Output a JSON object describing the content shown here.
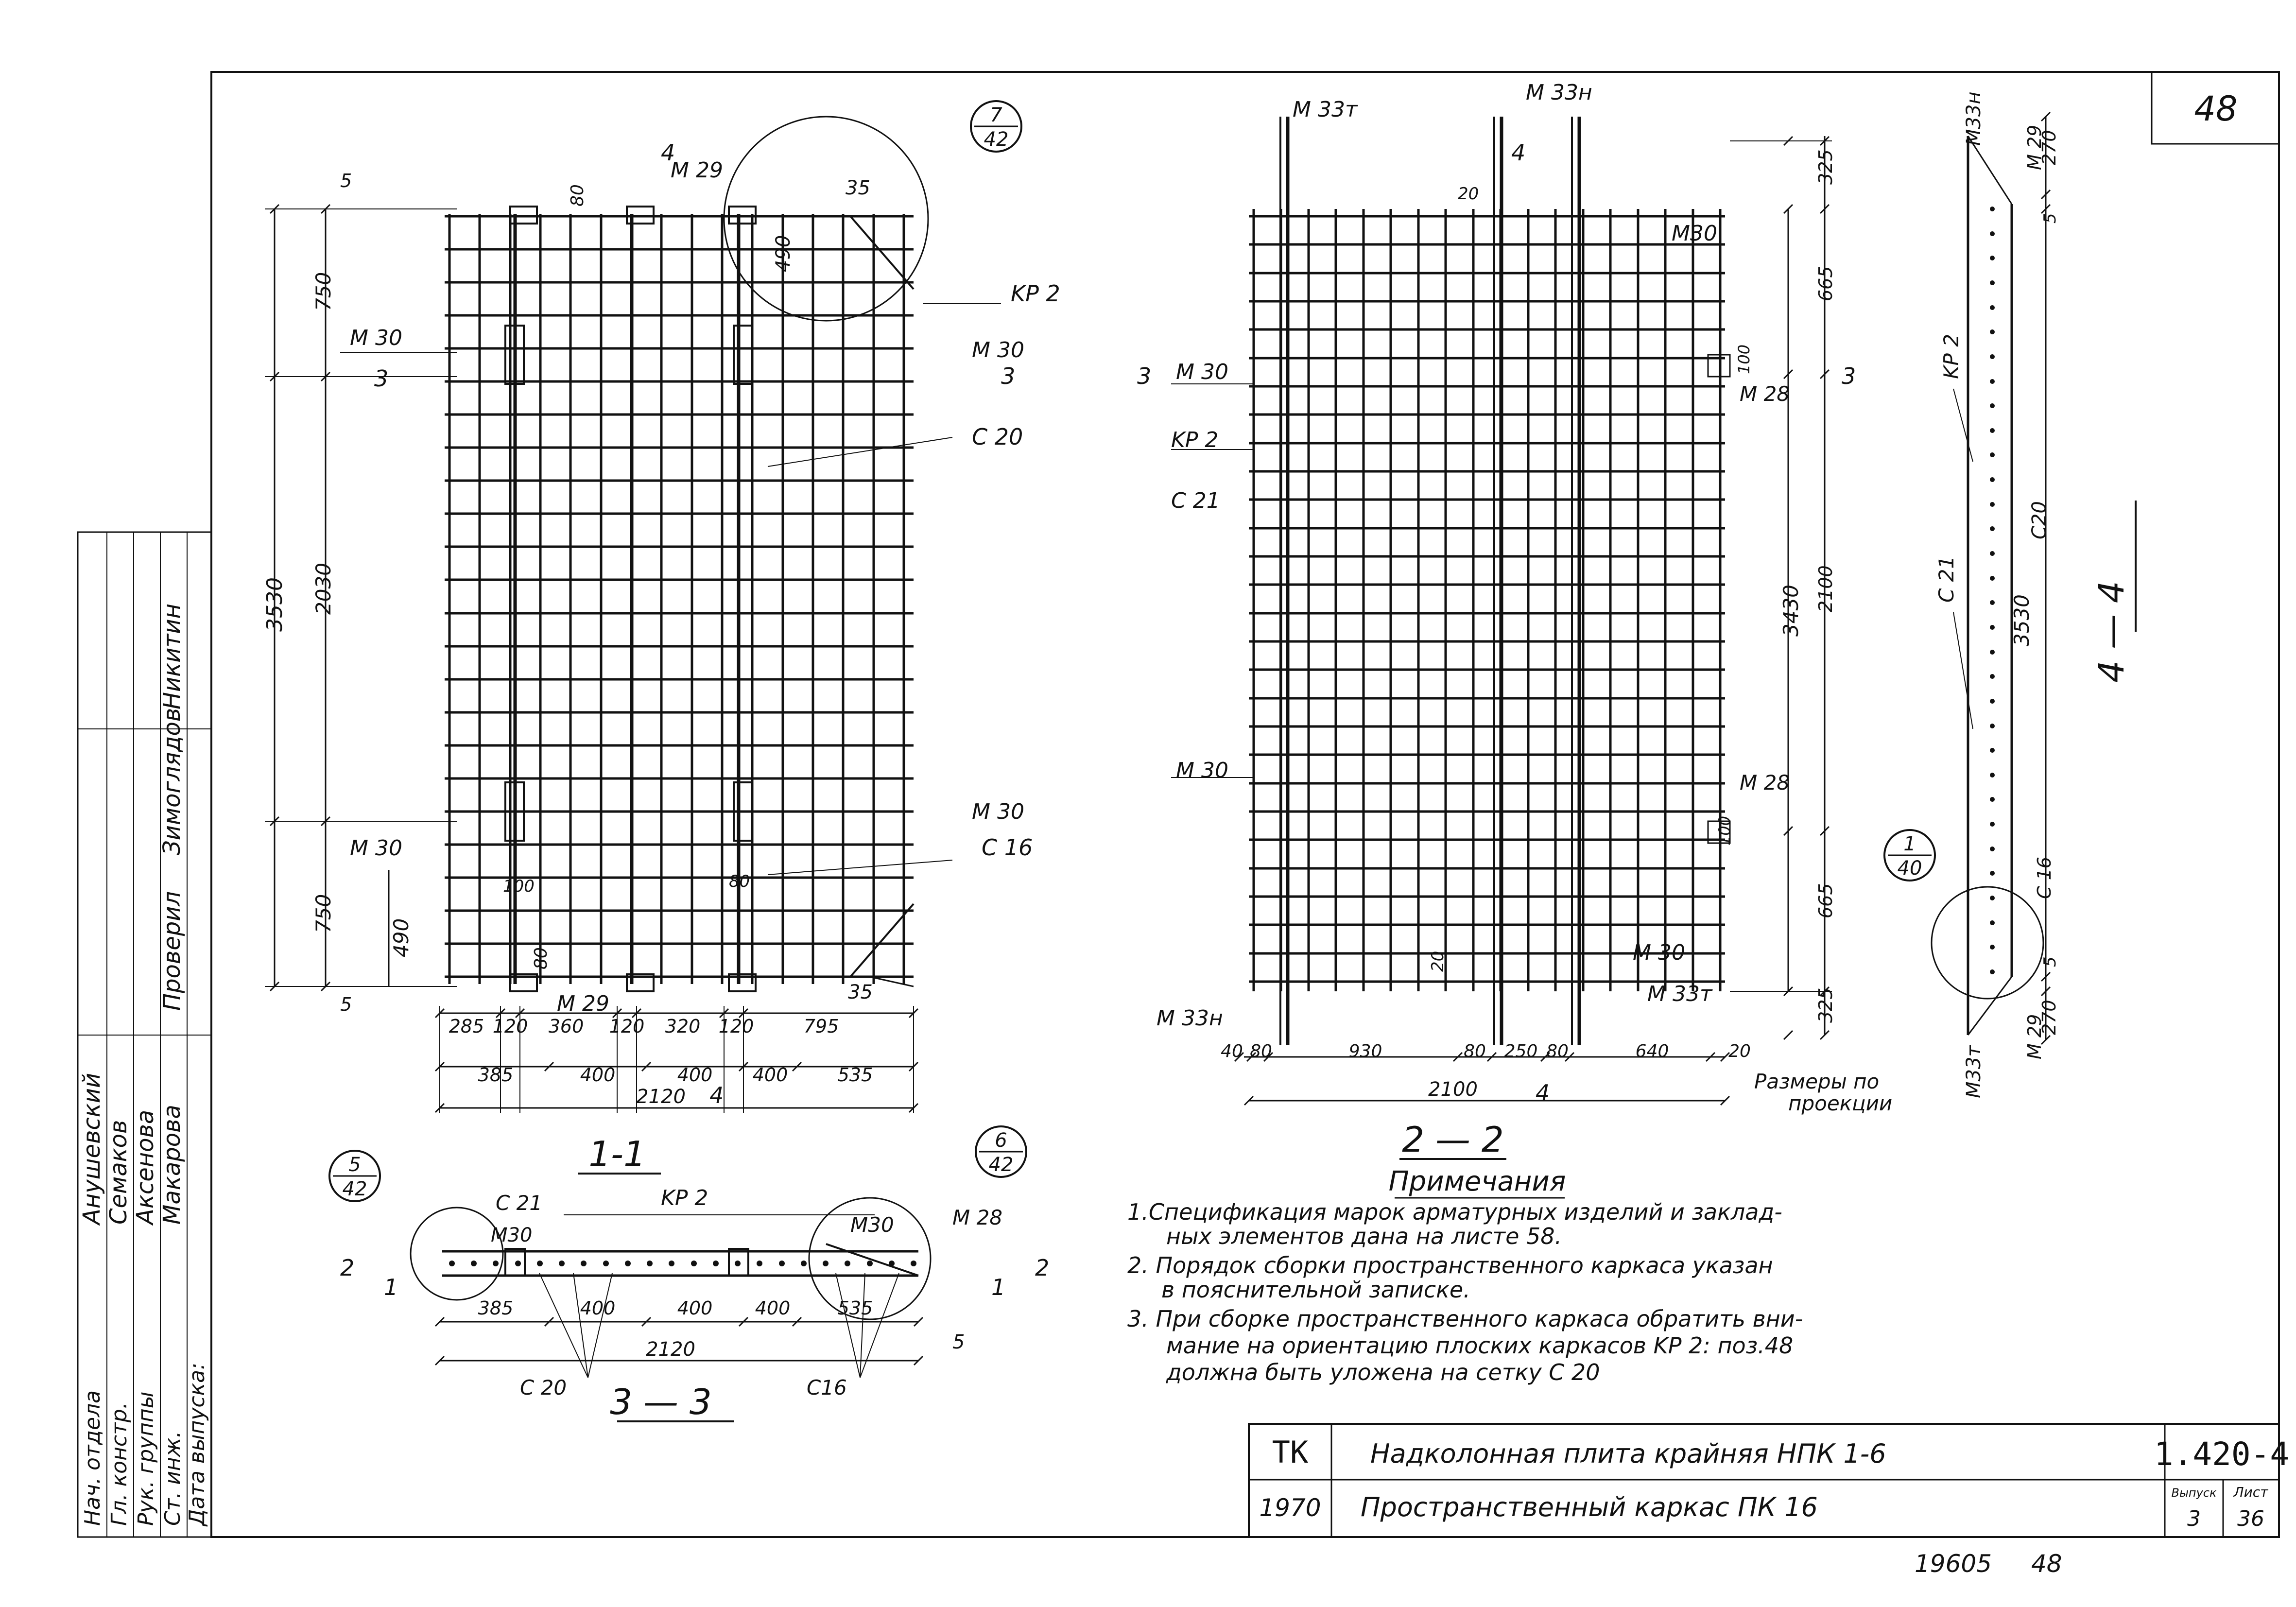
{
  "sheet": {
    "sheet_number": "48",
    "bottom_numbers": [
      "19605",
      "48"
    ]
  },
  "views": {
    "v11": {
      "title": "1-1",
      "marks": {
        "m29_top": "M 29",
        "m29_bottom": "M 29",
        "m30_left_top": "M 30",
        "m30_right": "M 30",
        "m30_left_bottom": "M 30",
        "m30_right_bottom": "M 30",
        "kp2": "KP 2",
        "c20": "C 20",
        "c16": "C 16",
        "sec3_left": "3",
        "sec3_right": "3",
        "sec4_top": "4",
        "sec4_bottom": "4",
        "callout_top": "7",
        "callout_bottom": "42"
      },
      "dims": {
        "d5_top": "5",
        "d5_bottom": "5",
        "d80_top": "80",
        "d35_top": "35",
        "d490_top": "490",
        "d750_top": "750",
        "d2030": "2030",
        "d750_bottom": "750",
        "d3530": "3530",
        "d490_bottom": "490",
        "d80_bottom": "80",
        "d100": "100",
        "d80b": "80",
        "d35_bottom": "35",
        "row1": [
          "285",
          "120",
          "360",
          "120",
          "320",
          "120",
          "795"
        ],
        "row2": [
          "385",
          "400",
          "400",
          "400",
          "535"
        ],
        "total": "2120"
      }
    },
    "v22": {
      "title": "2 — 2",
      "marks": {
        "m33t_top": "M 33т",
        "m33h_top": "M 33н",
        "m30_a": "M30",
        "m30_b": "M 30",
        "m28_a": "M 28",
        "kp2": "KP 2",
        "c21": "C 21",
        "m30_c": "M 30",
        "m28_b": "M 28",
        "m30_d": "M 30",
        "m33h_bottom": "M 33н",
        "m33t_bottom": "M 33т",
        "sec3_left": "3",
        "sec3_right": "3",
        "sec4_top": "4",
        "sec4_bottom": "4"
      },
      "dims": {
        "d20_top": "20",
        "d100_top": "100",
        "d100_bottom": "100",
        "d20_bottom": "20",
        "right": [
          "325",
          "665",
          "2100",
          "665",
          "325"
        ],
        "d3430": "3430",
        "bottom": [
          "40",
          "80",
          "930",
          "80",
          "250",
          "80",
          "640",
          "20"
        ],
        "total": "2100"
      },
      "note_line1": "Размеры по",
      "note_line2": "проекции"
    },
    "v33": {
      "title": "3 — 3",
      "marks": {
        "c21": "C 21",
        "m30_a": "M30",
        "kp2": "KP 2",
        "m30_b": "M30",
        "m28": "M 28",
        "c20": "C 20",
        "c16": "C16",
        "sec2_left": "2",
        "sec1_left": "1",
        "sec1_right": "1",
        "sec2_right": "2",
        "callout_l_top": "5",
        "callout_l_bottom": "42",
        "callout_r_top": "6",
        "callout_r_bottom": "42"
      },
      "dims": {
        "row": [
          "385",
          "400",
          "400",
          "400",
          "535"
        ],
        "total": "2120",
        "d5": "5"
      }
    },
    "v44": {
      "title": "4 — 4",
      "marks": {
        "m33h": "M33н",
        "m29_top": "M 29",
        "kp2": "KP 2",
        "c20": "C20",
        "c21": "C 21",
        "c16": "C 16",
        "m29_bottom": "M 29",
        "m33t": "M33т",
        "callout_top": "1",
        "callout_bottom": "40"
      },
      "dims": {
        "d270_top": "270",
        "d5_top": "5",
        "d3530": "3530",
        "d5_bottom": "5",
        "d270_bottom": "270"
      }
    }
  },
  "notes": {
    "heading": "Примечания",
    "lines": [
      "1.Спецификация марок арматурных изделий и заклад-",
      "ных элементов дана на листе 58.",
      "2. Порядок сборки пространственного каркаса указан",
      "в пояснительной записке.",
      "3. При сборке пространственного каркаса обратить вни-",
      "мание на ориентацию плоских каркасов KP 2: поз.48",
      "должна быть уложена на сетку C 20"
    ]
  },
  "title_block": {
    "org": "ТК",
    "year": "1970",
    "title1": "Надколонная плита крайняя НПК 1-6",
    "title2": "Пространственный каркас ПК 16",
    "code": "1.420-4",
    "issue_label": "Выпуск",
    "issue": "3",
    "sheet_label": "Лист",
    "sheet": "36"
  },
  "stamp": {
    "roles": [
      "Нач. отдела",
      "Гл. констр.",
      "Рук. группы",
      "Ст. инж."
    ],
    "names": [
      "Анушевский",
      "Семаков",
      "Аксенова",
      "Макарова"
    ],
    "approval": [
      "Проверил",
      "Зимоглядов",
      "Никитин"
    ],
    "date_label": "Дата выпуска:"
  },
  "colors": {
    "ink": "#111111",
    "paper": "#ffffff"
  }
}
